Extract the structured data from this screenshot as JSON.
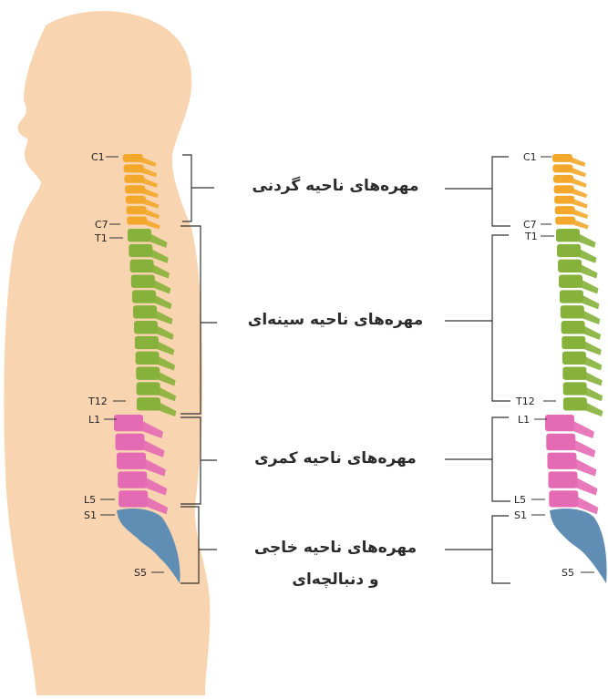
{
  "regions": {
    "cervical": "مهره‌های ناحیه گردنی",
    "thoracic": "مهره‌های ناحیه سینه‌ای",
    "lumbar": "مهره‌های ناحیه کمری",
    "sacral_line1": "مهره‌های ناحیه خاجی",
    "sacral_line2": "و دنبالچه‌ای"
  },
  "vertebra_labels": {
    "c1": "C1",
    "c7": "C7",
    "t1": "T1",
    "t12": "T12",
    "l1": "L1",
    "l5": "L5",
    "s1": "S1",
    "s5": "S5"
  },
  "colors": {
    "skin": "#f9d4b0",
    "cervical": "#f3a82c",
    "thoracic": "#86b13a",
    "lumbar": "#e56ab4",
    "sacral": "#5f8db3",
    "bracket": "#333333"
  }
}
